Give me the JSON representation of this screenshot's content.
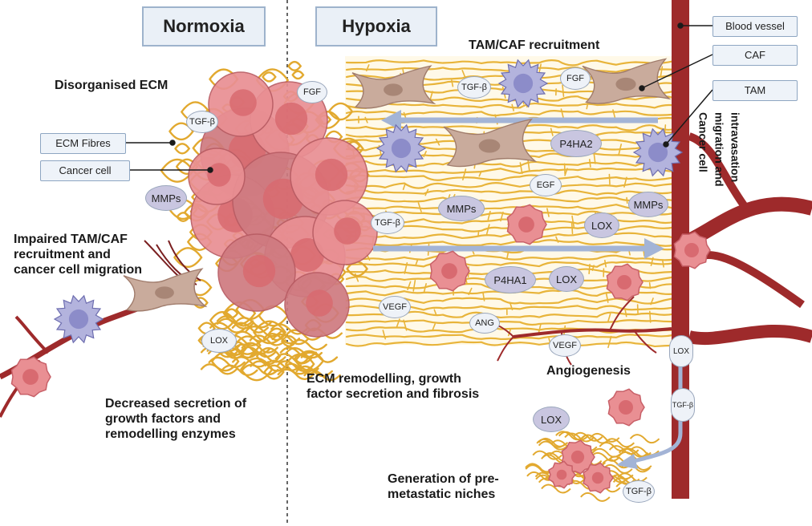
{
  "headers": {
    "normoxia": "Normoxia",
    "hypoxia": "Hypoxia"
  },
  "legend": {
    "blood_vessel": "Blood vessel",
    "caf": "CAF",
    "tam": "TAM",
    "ecm_fibres": "ECM Fibres",
    "cancer_cell": "Cancer cell"
  },
  "text": {
    "tam_caf_recruitment": "TAM/CAF recruitment",
    "disorganised_ecm": "Disorganised ECM",
    "impaired_line1": "Impaired TAM/CAF",
    "impaired_line2": "recruitment and",
    "impaired_line3": "cancer cell migration",
    "decreased_line1": "Decreased secretion of",
    "decreased_line2": "growth factors and",
    "decreased_line3": "remodelling enzymes",
    "ecm_remodel_line1": "ECM remodelling, growth",
    "ecm_remodel_line2": "factor secretion and fibrosis",
    "angiogenesis": "Angiogenesis",
    "premeta_line1": "Generation of pre-",
    "premeta_line2": "metastatic niches",
    "migration_line1": "Cancer cell",
    "migration_line2": "migration and",
    "migration_line3": "intravasation"
  },
  "factors": {
    "tgfb": "TGF-β",
    "fgf": "FGF",
    "mmps": "MMPs",
    "lox": "LOX",
    "p4ha2": "P4HA2",
    "p4ha1": "P4HA1",
    "egf": "EGF",
    "vegf": "VEGF",
    "ang": "ANG"
  },
  "colors": {
    "ecm_fibre": "#e8b43a",
    "ecm_fibre_dark": "#b8892a",
    "blood_vessel": "#9e2a2b",
    "cancer_cell": "#e98f93",
    "cancer_nucleus": "#d86a70",
    "caf": "#c9ab9c",
    "tam": "#8c8cc9",
    "arrow": "#a3b4d6",
    "header_bg": "#eaf0f7"
  }
}
